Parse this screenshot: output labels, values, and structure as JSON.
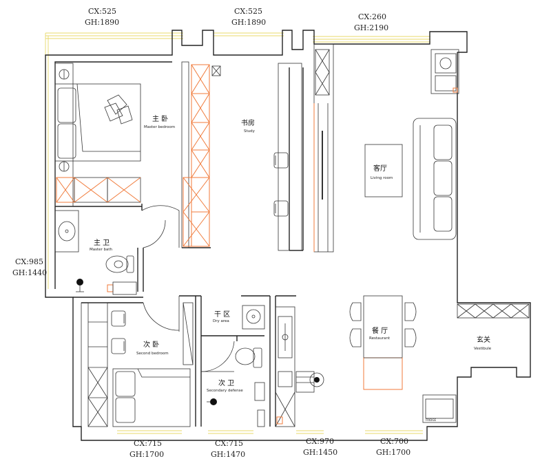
{
  "dimensions": {
    "top_left": {
      "cx": "CX:525",
      "gh": "GH:1890"
    },
    "top_middle": {
      "cx": "CX:525",
      "gh": "GH:1890"
    },
    "top_right": {
      "cx": "CX:260",
      "gh": "GH:2190"
    },
    "left_side": {
      "cx": "CX:985",
      "gh": "GH:1440"
    },
    "bottom_1": {
      "cx": "CX:715",
      "gh": "GH:1700"
    },
    "bottom_2": {
      "cx": "CX:715",
      "gh": "GH:1470"
    },
    "bottom_3": {
      "cx": "CX:970",
      "gh": "GH:1450"
    },
    "bottom_4": {
      "cx": "CX:700",
      "gh": "GH:1700"
    }
  },
  "rooms": {
    "master_bedroom": {
      "cn": "主 卧",
      "en": "Master bedroom"
    },
    "study": {
      "cn": "书房",
      "en": "Study"
    },
    "living_room": {
      "cn": "客厅",
      "en": "Living room"
    },
    "master_bath": {
      "cn": "主 卫",
      "en": "Master bath"
    },
    "dry_area": {
      "cn": "干 区",
      "en": "Dry area"
    },
    "second_bedroom": {
      "cn": "次 卧",
      "en": "Second bedroom"
    },
    "secondary_bath": {
      "cn": "次 卫",
      "en": "Secondary defense"
    },
    "restaurant": {
      "cn": "餐 厅",
      "en": "Restaurant"
    },
    "vestibule": {
      "cn": "玄关",
      "en": "Vestibule"
    }
  },
  "labels": {
    "fridge": "FRIDGE"
  },
  "colors": {
    "wall": "#222222",
    "cabinet_highlight": "#f07a3a",
    "window": "#e8d96a"
  }
}
